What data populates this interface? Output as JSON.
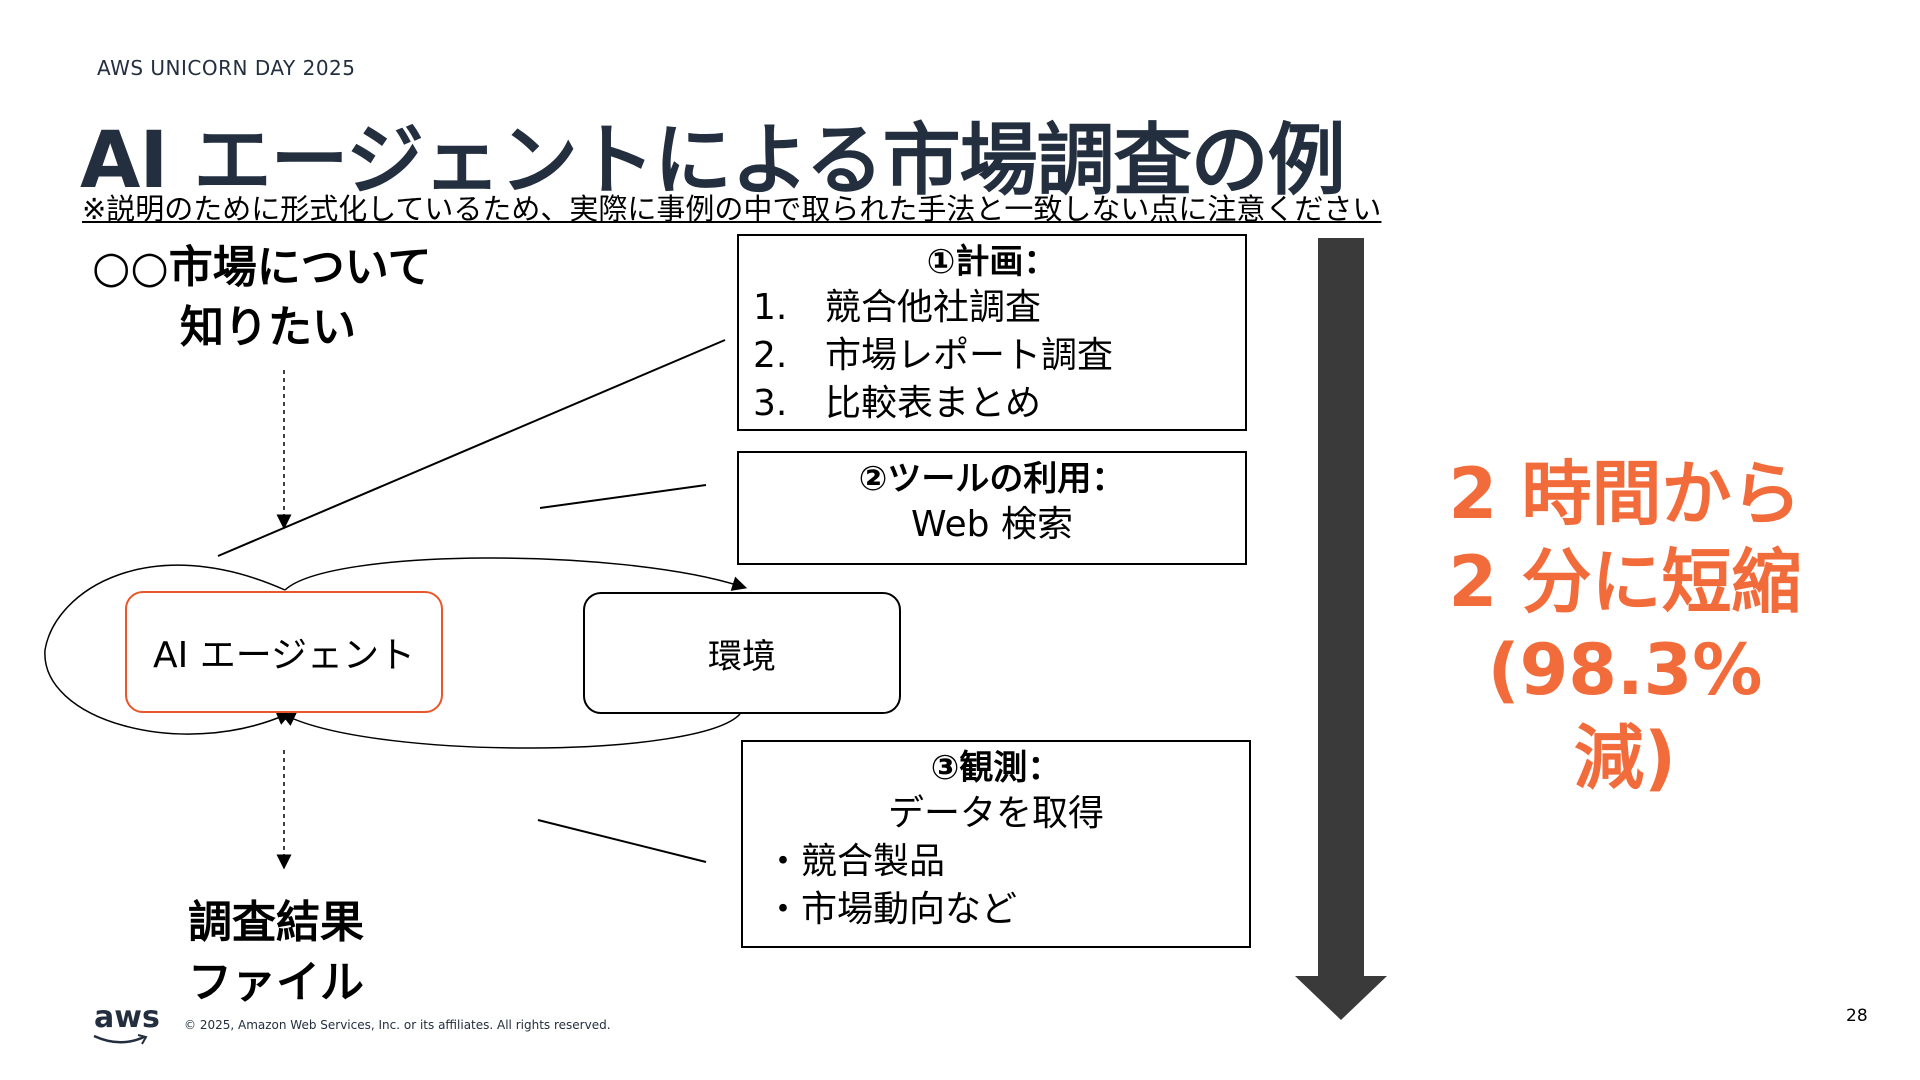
{
  "header": {
    "event": "AWS UNICORN DAY 2025",
    "title": "AI エージェントによる市場調査の例",
    "note": "※説明のために形式化しているため、実際に事例の中で取られた手法と一致しない点に注意ください"
  },
  "diagram": {
    "input_label": [
      "○○市場について",
      "　　知りたい"
    ],
    "output_label": [
      "調査結果",
      "ファイル"
    ],
    "agent_label": "AI エージェント",
    "env_label": "環境",
    "step1": {
      "title": "①計画：",
      "items": [
        {
          "num": "1.",
          "text": "競合他社調査"
        },
        {
          "num": "2.",
          "text": "市場レポート調査"
        },
        {
          "num": "3.",
          "text": "比較表まとめ"
        }
      ]
    },
    "step2": {
      "title": "②ツールの利用：",
      "text": "Web 検索"
    },
    "step3": {
      "title": "③観測：",
      "text": "データを取得",
      "items": [
        "・競合製品",
        "・市場動向など"
      ]
    }
  },
  "result": {
    "lines": [
      "2 時間から",
      "2 分に短縮",
      "(98.3% 減)"
    ],
    "color": "#f26b3a"
  },
  "footer": {
    "logo": "aws",
    "copyright": "© 2025, Amazon Web Services, Inc. or its affiliates. All rights reserved.",
    "page": "28"
  },
  "colors": {
    "title": "#232f3e",
    "agent_border": "#e8572a",
    "arrow": "#3a3a3a"
  }
}
